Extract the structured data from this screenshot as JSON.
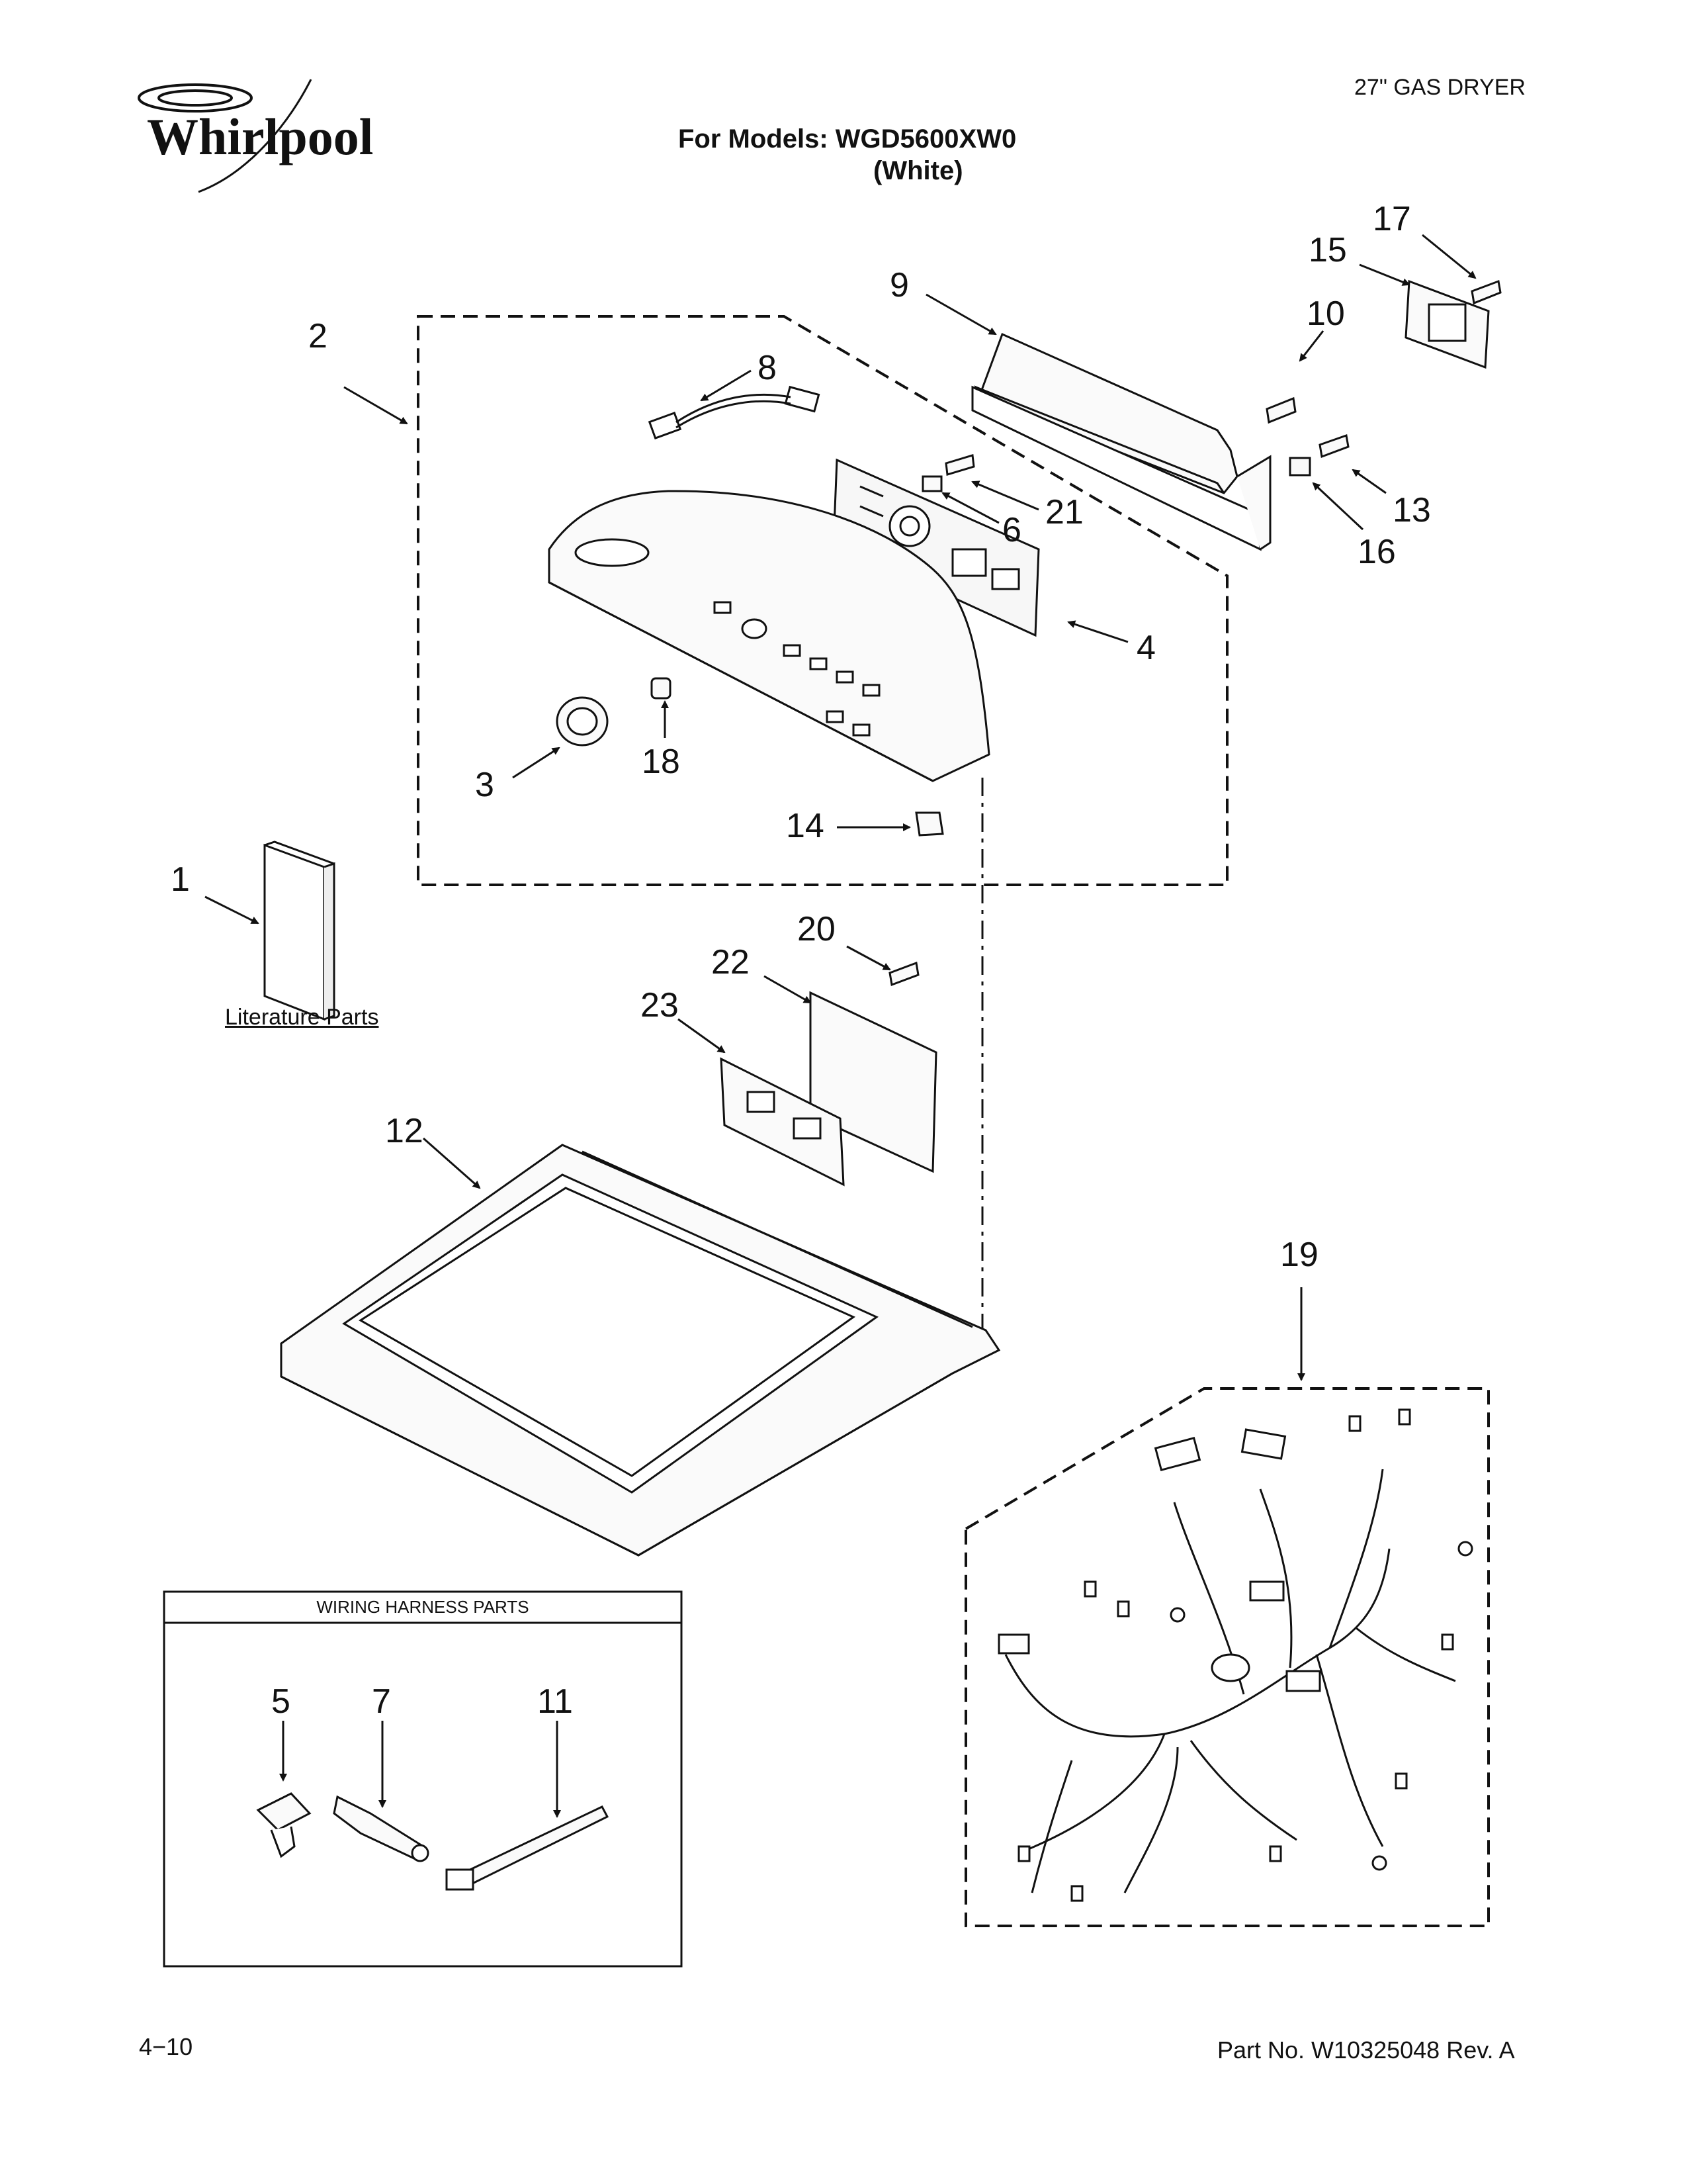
{
  "header": {
    "brand": "Whirlpool",
    "product_type": "27\" GAS DRYER",
    "models_line": "For Models: WGD5600XW0",
    "color_line": "(White)"
  },
  "callouts": [
    "1",
    "2",
    "3",
    "4",
    "5",
    "6",
    "7",
    "8",
    "9",
    "10",
    "11",
    "12",
    "13",
    "14",
    "15",
    "16",
    "17",
    "18",
    "19",
    "20",
    "21",
    "22",
    "23"
  ],
  "literature_label": "Literature Parts",
  "harness_box_title": "WIRING HARNESS PARTS",
  "footer": {
    "page": "4−10",
    "part_number": "Part No. W10325048 Rev. A"
  }
}
